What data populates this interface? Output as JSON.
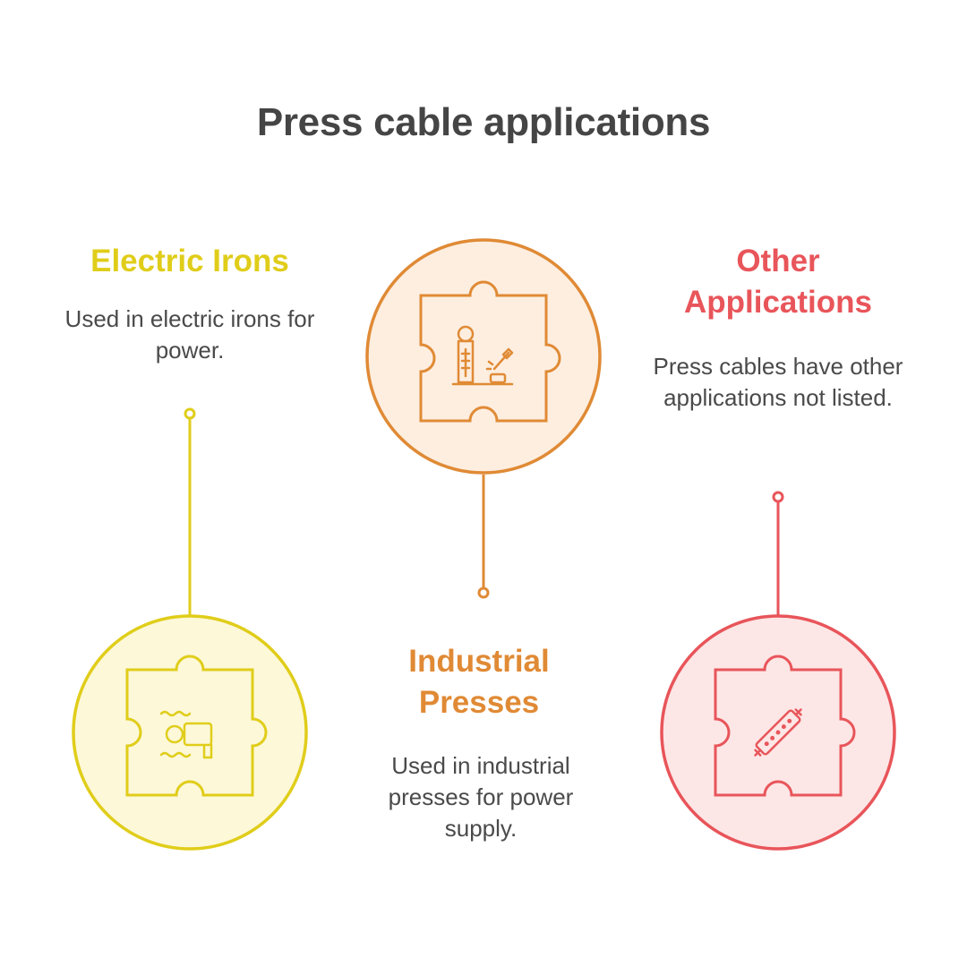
{
  "title": "Press cable applications",
  "items": [
    {
      "heading": "Electric Irons",
      "description": "Used in electric irons for power.",
      "color": "#e0cd1a",
      "fill": "#fdf8d8",
      "icon": "iron-icon"
    },
    {
      "heading": "Industrial Presses",
      "description": "Used in industrial presses for power supply.",
      "color": "#e08a35",
      "fill": "#fdeee0",
      "icon": "press-machine-icon"
    },
    {
      "heading": "Other Applications",
      "description": "Press cables have other applications not listed.",
      "color": "#e8555a",
      "fill": "#fde6e6",
      "icon": "cable-connector-icon"
    }
  ]
}
